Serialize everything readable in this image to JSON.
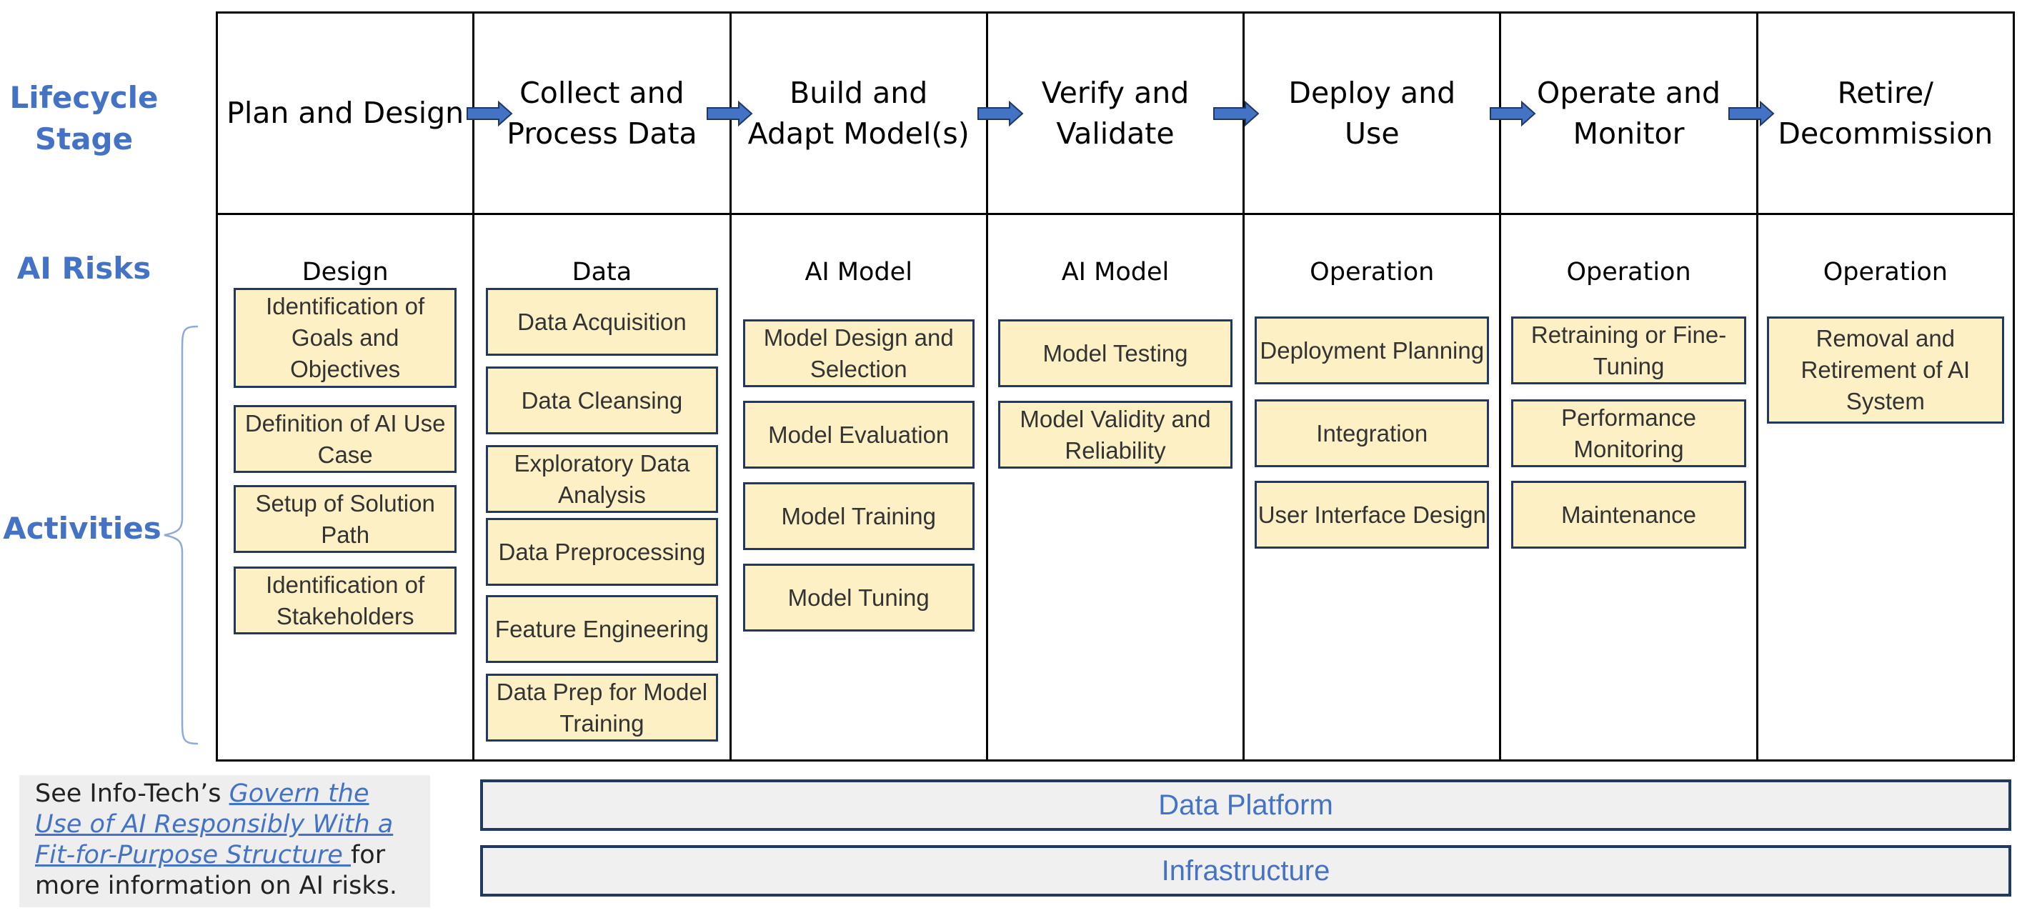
{
  "row_labels": {
    "lifecycle": "Lifecycle\nStage",
    "risks": "AI Risks",
    "activities": "Activities"
  },
  "stages": [
    {
      "name": "Plan and Design",
      "risk": "Design",
      "activities": [
        "Identification of Goals and Objectives",
        "Definition of AI Use Case",
        "Setup of Solution Path",
        "Identification of Stakeholders"
      ]
    },
    {
      "name": "Collect and Process Data",
      "risk": "Data",
      "activities": [
        "Data Acquisition",
        "Data Cleansing",
        "Exploratory Data Analysis",
        "Data Preprocessing",
        "Feature Engineering",
        "Data Prep for Model Training"
      ]
    },
    {
      "name": "Build and Adapt Model(s)",
      "risk": "AI Model",
      "activities": [
        "Model Design and Selection",
        "Model Evaluation",
        "Model Training",
        "Model Tuning"
      ]
    },
    {
      "name": "Verify and Validate",
      "risk": "AI Model",
      "activities": [
        "Model Testing",
        "Model Validity and Reliability"
      ]
    },
    {
      "name": "Deploy and Use",
      "risk": "Operation",
      "activities": [
        "Deployment Planning",
        "Integration",
        "User Interface Design"
      ]
    },
    {
      "name": "Operate and Monitor",
      "risk": "Operation",
      "activities": [
        "Retraining or Fine-Tuning",
        "Performance Monitoring",
        "Maintenance"
      ]
    },
    {
      "name": "Retire/ Decommission",
      "risk": "Operation",
      "activities": [
        "Removal and Retirement of AI System"
      ]
    }
  ],
  "note": {
    "prefix": "See Info-Tech’s ",
    "link": "Govern the Use of AI Responsibly With a Fit-for-Purpose Structure ",
    "suffix": "for more information on AI risks."
  },
  "platform_bar": "Data Platform",
  "infrastructure_bar": "Infrastructure",
  "colors": {
    "accent": "#4472c4",
    "box_fill": "#fdf0c5",
    "box_border": "#1f3864",
    "arrow": "#4472c4"
  }
}
